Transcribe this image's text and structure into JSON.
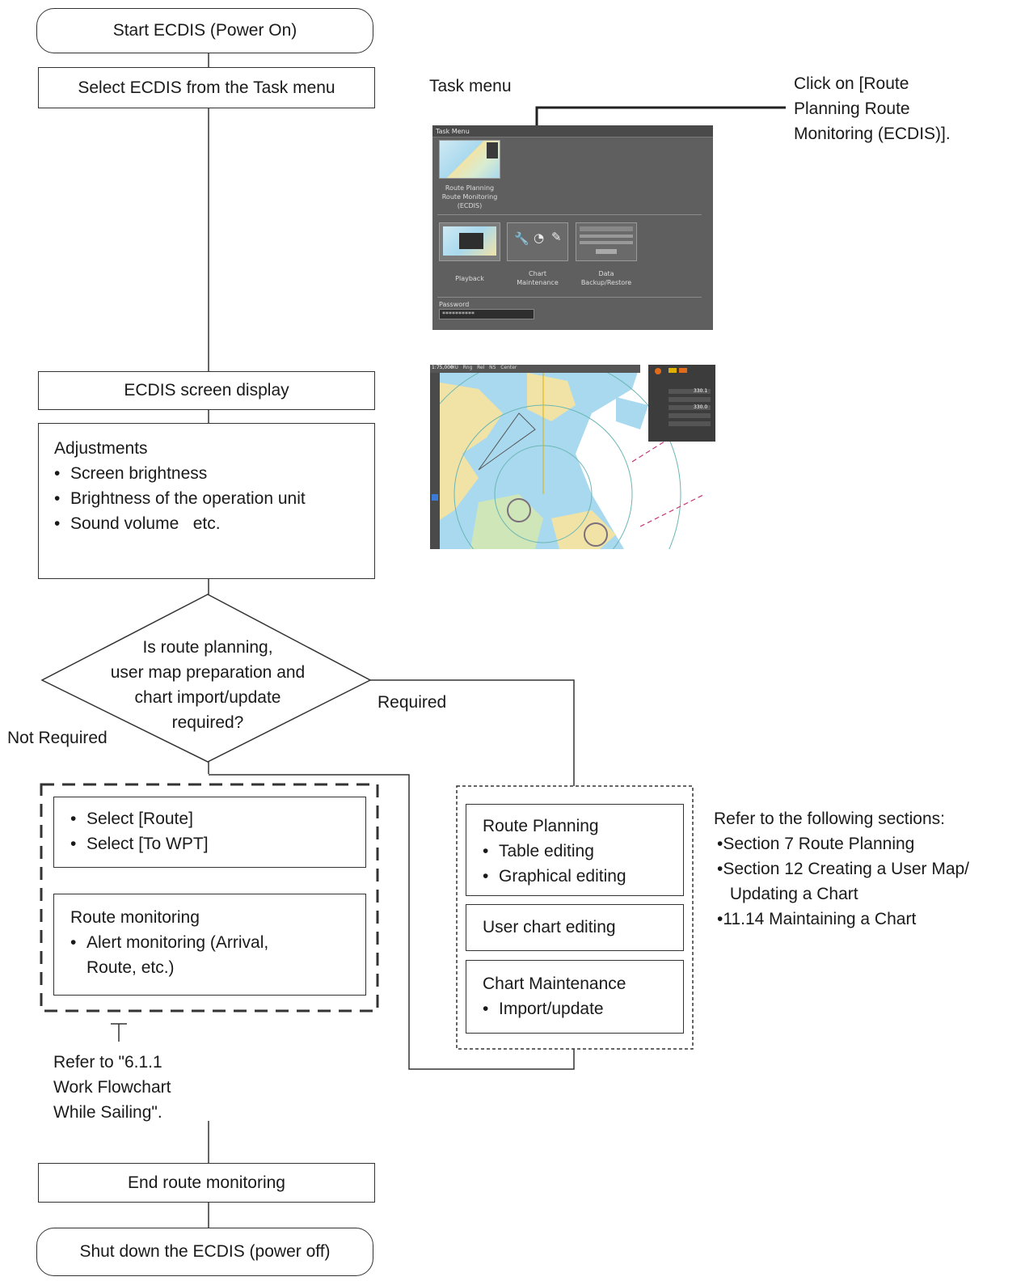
{
  "flow": {
    "start": "Start ECDIS (Power On)",
    "select_ecdis": "Select ECDIS from the Task menu",
    "screen_display": "ECDIS screen display",
    "adjust_title": "Adjustments",
    "adjust_items": [
      "Screen brightness",
      "Brightness of the operation unit",
      "Sound volume   etc."
    ],
    "decision": [
      "Is route planning,",
      "user map preparation and",
      "chart import/update",
      "required?"
    ],
    "not_required": "Not Required",
    "required": "Required",
    "select_items": [
      "Select [Route]",
      "Select [To WPT]"
    ],
    "monitor_title": "Route monitoring",
    "monitor_item_1": "Alert monitoring (Arrival,",
    "monitor_item_2": "Route, etc.)",
    "refer_sailing": [
      "Refer to \"6.1.1",
      "Work Flowchart",
      "While Sailing\"."
    ],
    "end": "End route monitoring",
    "shutdown": "Shut down the ECDIS (power off)"
  },
  "side": {
    "route_planning_title": "Route Planning",
    "route_planning_items": [
      "Table editing",
      "Graphical editing"
    ],
    "user_chart": "User chart editing",
    "chart_maint_title": "Chart Maintenance",
    "chart_maint_item": "Import/update",
    "refer_title": "Refer to the following sections:",
    "refer_items": [
      "•Section 7 Route Planning",
      "•Section 12 Creating a User Map/",
      " Updating a Chart",
      "•11.14 Maintaining a Chart"
    ]
  },
  "task_menu": {
    "caption": "Task menu",
    "callout": [
      "Click on [Route",
      "Planning Route",
      "Monitoring (ECDIS)]."
    ],
    "window_title": "Task Menu",
    "ecdis_label": [
      "Route Planning",
      "Route Monitoring",
      "(ECDIS)"
    ],
    "playback": "Playback",
    "chart_maintenance": [
      "Chart",
      "Maintenance"
    ],
    "data_backup": [
      "Data",
      "Backup/Restore"
    ],
    "password_label": "Password",
    "password_value": "**********"
  },
  "ecdis_screen": {
    "scale": "1:75,000",
    "toolbar": [
      "HU",
      "Rng",
      "Rel",
      "NS",
      "Center"
    ],
    "sog": "330.1",
    "cog": "330.0"
  },
  "colors": {
    "line": "#333333",
    "window_bg": "#5f5f5f",
    "sea_shallow": "#a9d9ee",
    "sea_deep": "#ffffff",
    "land": "#f1e3a6",
    "chart_magenta": "#c2367a"
  }
}
